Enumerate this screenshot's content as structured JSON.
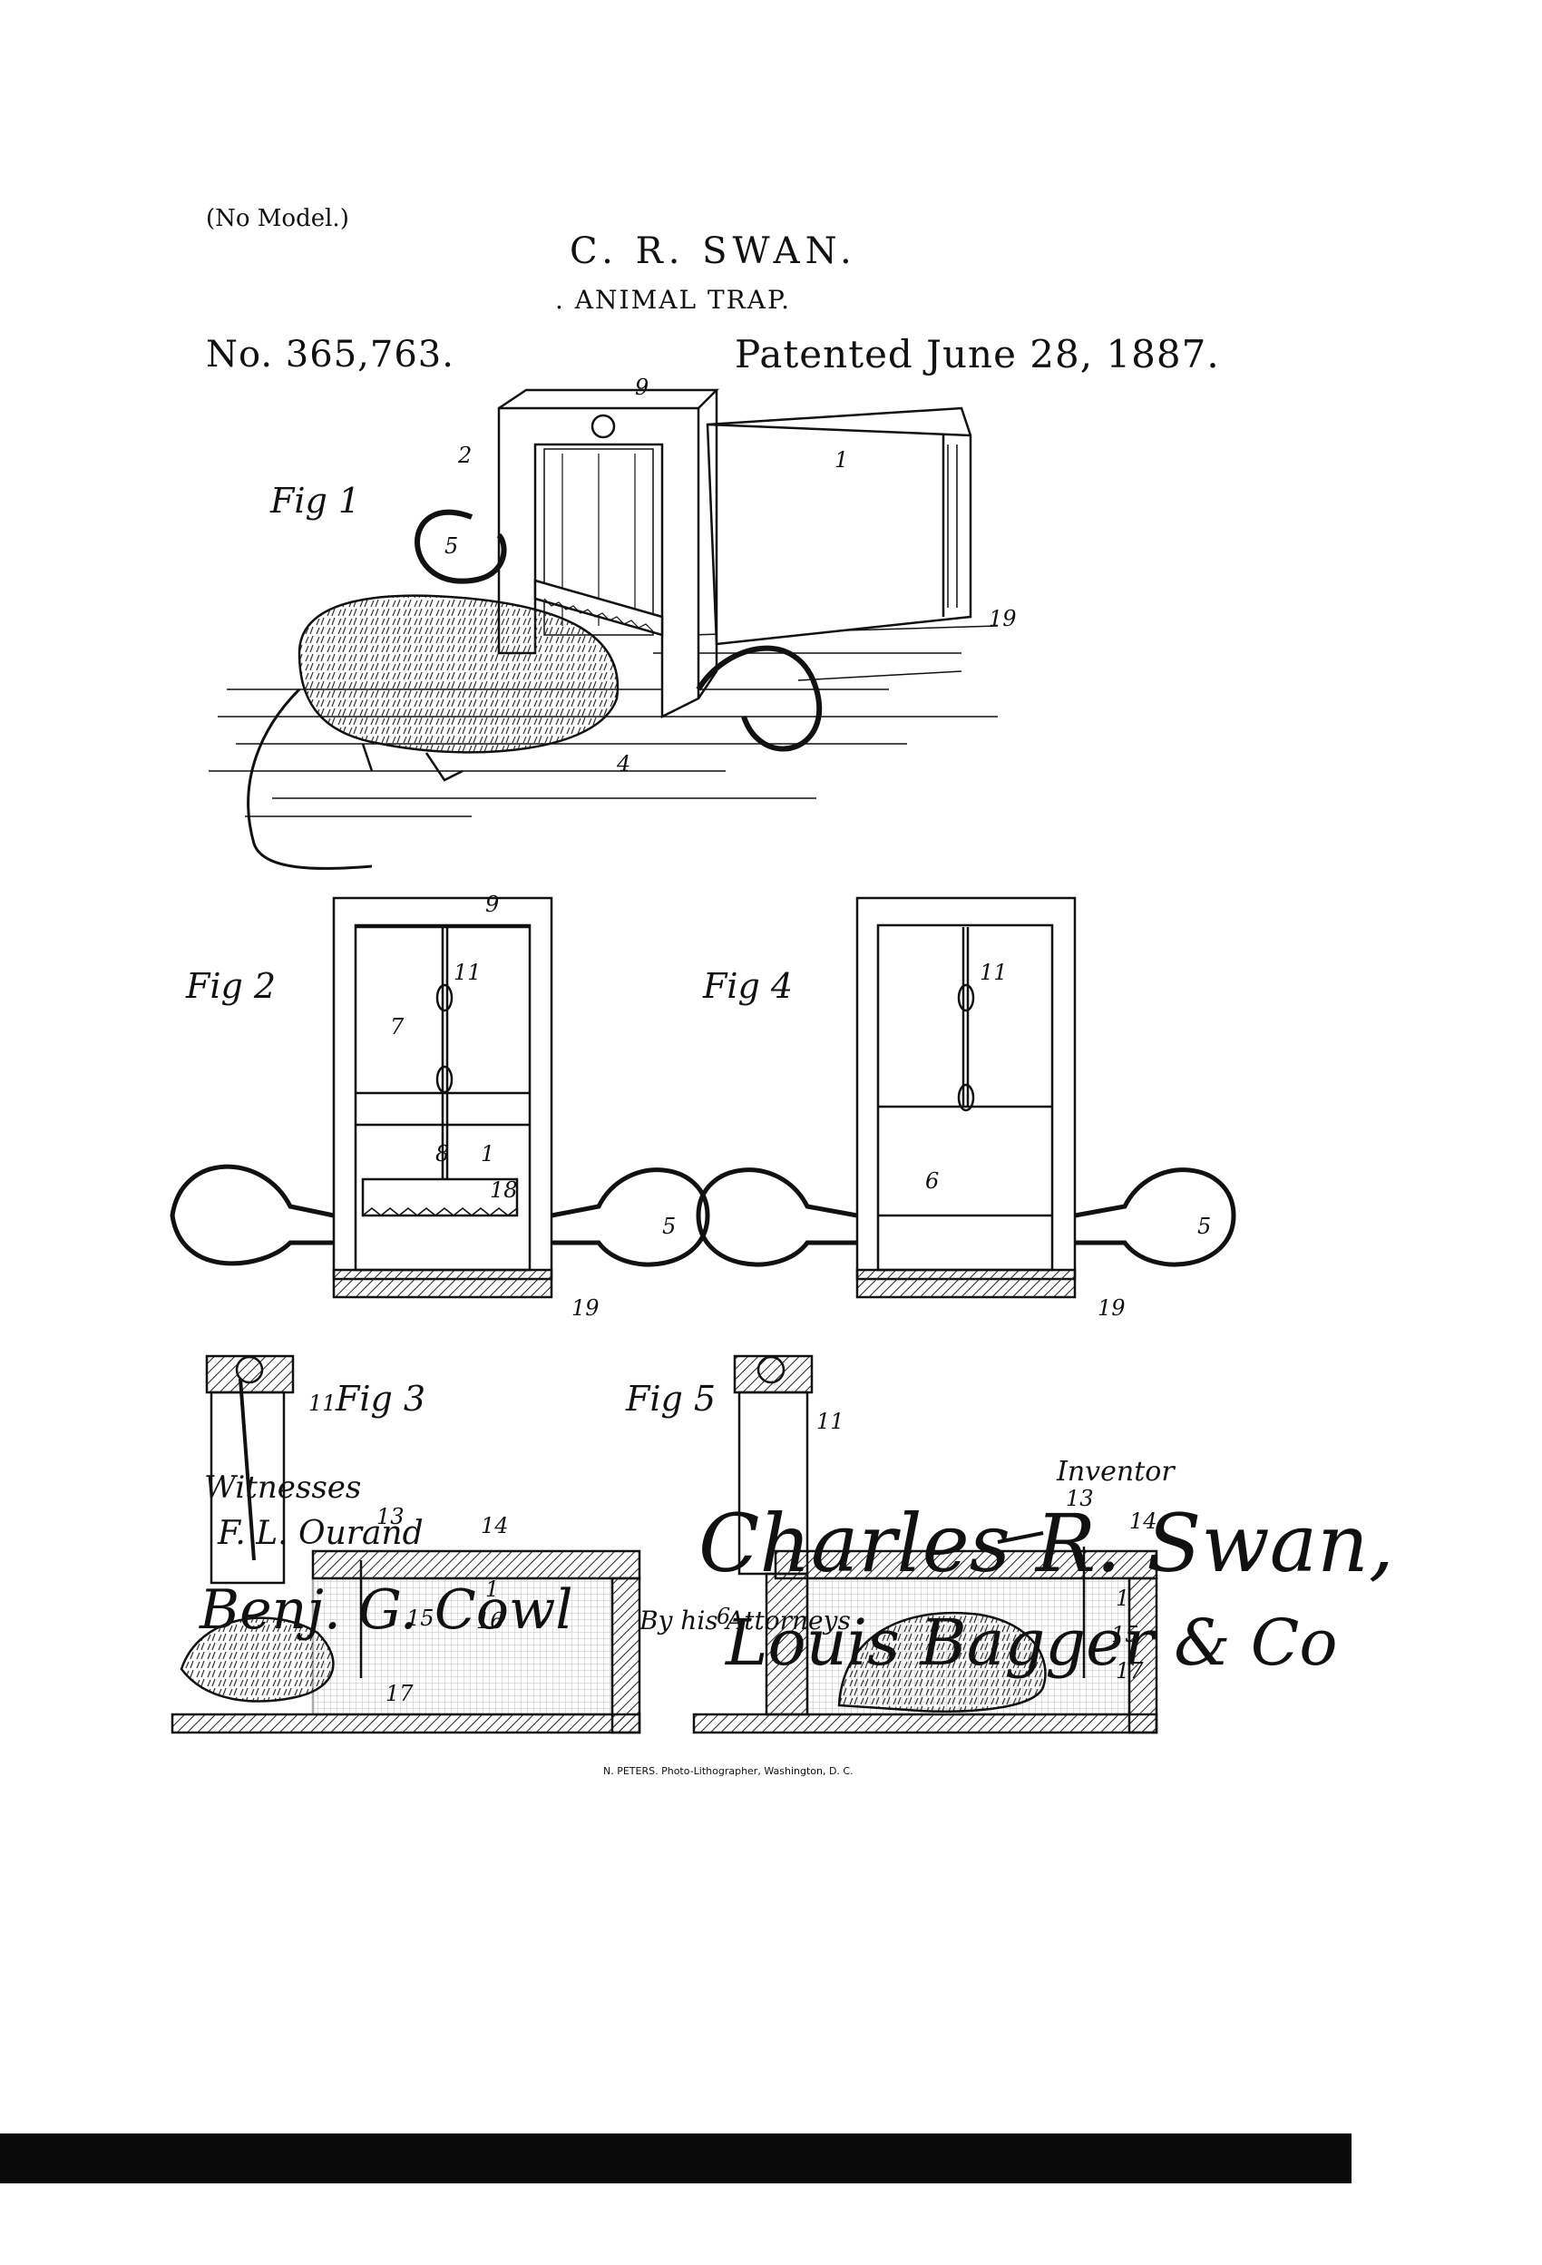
{
  "header": {
    "no_model": "(No Model.)",
    "inventor_name": "C. R. SWAN.",
    "title": ". ANIMAL TRAP.",
    "patent_number": "No. 365,763.",
    "patent_date": "Patented June 28, 1887."
  },
  "figures": {
    "fig1": "Fig 1",
    "fig2": "Fig 2",
    "fig3": "Fig 3",
    "fig4": "Fig 4",
    "fig5": "Fig 5"
  },
  "signatures": {
    "witnesses_label": "Witnesses",
    "witness_1": "F. L. Ourand",
    "witness_2": "Benj. G. Cowl",
    "inventor_label": "Inventor",
    "inventor_signature": "Charles R. Swan,",
    "by_label": "By his Attorneys",
    "attorney_signature": "Louis Bagger & Co"
  },
  "footer": {
    "printer": "N. PETERS. Photo-Lithographer, Washington, D. C."
  }
}
